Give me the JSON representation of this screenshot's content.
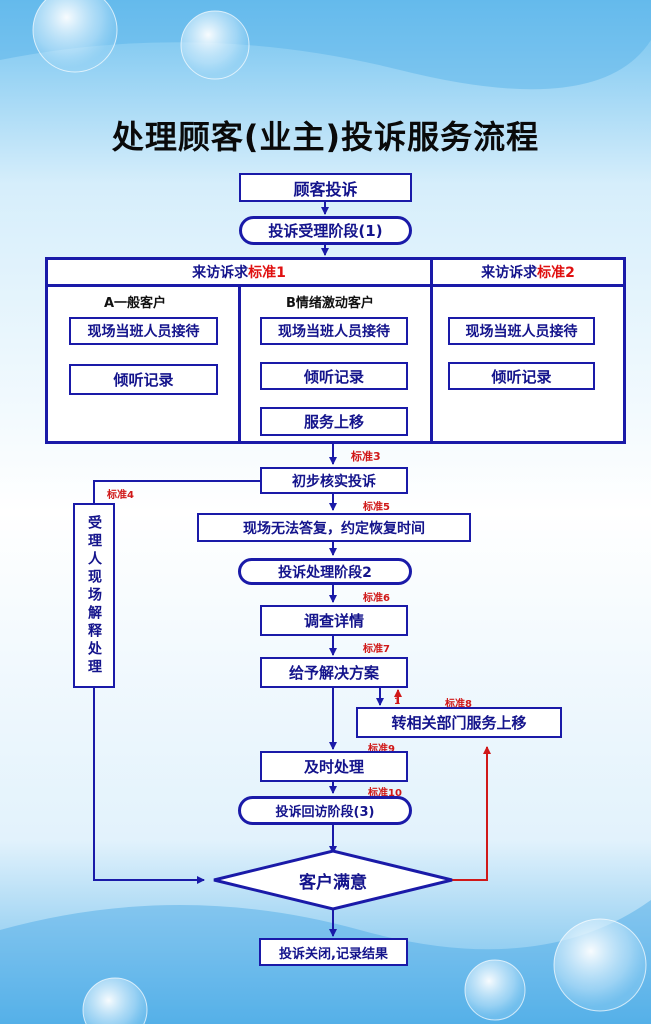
{
  "title": "处理顾客(业主)投诉服务流程",
  "colors": {
    "primary": "#1a1aa8",
    "accent": "#e01010",
    "background_top": "#7ec8f2"
  },
  "nodes": {
    "customer_complaint": "顾客投诉",
    "stage1": "投诉受理阶段(1)",
    "header_left_prefix": "来访诉求",
    "header_left_std": "标准1",
    "header_right_prefix": "来访诉求",
    "header_right_std": "标准2",
    "col_a_title": "A一般客户",
    "col_b_title": "B情绪激动客户",
    "reception": "现场当班人员接待",
    "listen_record": "倾听记录",
    "escalate": "服务上移",
    "verify": "初步核实投诉",
    "cannot_answer": "现场无法答复，约定恢复时间",
    "stage2": "投诉处理阶段2",
    "investigate": "调查详情",
    "solution": "给予解决方案",
    "transfer": "转相关部门服务上移",
    "timely": "及时处理",
    "stage3": "投诉回访阶段(3)",
    "satisfied": "客户满意",
    "close": "投诉关闭,记录结果",
    "onsite": "受理人现场解释处理"
  },
  "labels": {
    "std3": "标准3",
    "std4": "标准4",
    "std5": "标准5",
    "std6": "标准6",
    "std7": "标准7",
    "std8": "标准8",
    "std9": "标准9",
    "std10": "标准10",
    "one": "1"
  }
}
